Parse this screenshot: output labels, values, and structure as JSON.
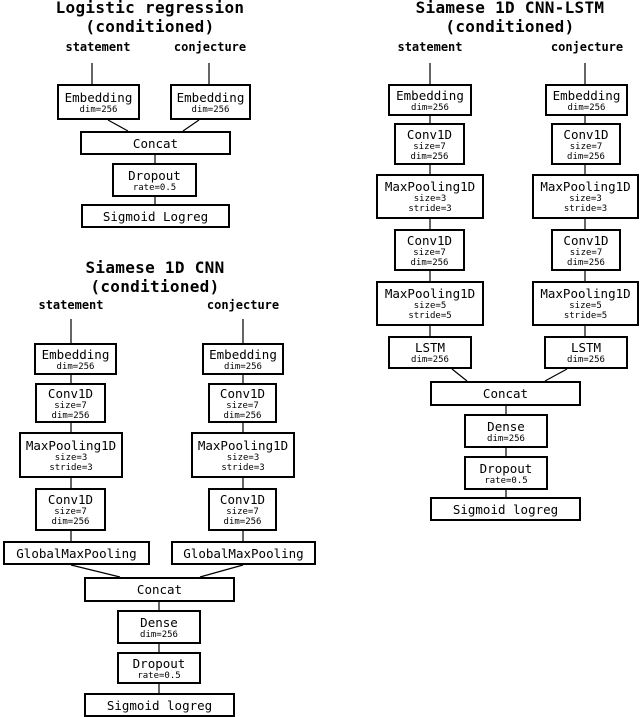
{
  "diagrams": {
    "logreg": {
      "title": [
        "Logistic regression",
        "(conditioned)"
      ],
      "inputs": [
        "statement",
        "conjecture"
      ],
      "nodes": {
        "emb_l": {
          "name": "Embedding",
          "params": [
            "dim=256"
          ]
        },
        "emb_r": {
          "name": "Embedding",
          "params": [
            "dim=256"
          ]
        },
        "concat": {
          "name": "Concat",
          "params": []
        },
        "dropout": {
          "name": "Dropout",
          "params": [
            "rate=0.5"
          ]
        },
        "sigmoid": {
          "name": "Sigmoid Logreg",
          "params": []
        }
      }
    },
    "cnn": {
      "title": [
        "Siamese 1D CNN",
        "(conditioned)"
      ],
      "inputs": [
        "statement",
        "conjecture"
      ],
      "nodes": {
        "emb_l": {
          "name": "Embedding",
          "params": [
            "dim=256"
          ]
        },
        "emb_r": {
          "name": "Embedding",
          "params": [
            "dim=256"
          ]
        },
        "conv1_l": {
          "name": "Conv1D",
          "params": [
            "size=7",
            "dim=256"
          ]
        },
        "conv1_r": {
          "name": "Conv1D",
          "params": [
            "size=7",
            "dim=256"
          ]
        },
        "pool_l": {
          "name": "MaxPooling1D",
          "params": [
            "size=3",
            "stride=3"
          ]
        },
        "pool_r": {
          "name": "MaxPooling1D",
          "params": [
            "size=3",
            "stride=3"
          ]
        },
        "conv2_l": {
          "name": "Conv1D",
          "params": [
            "size=7",
            "dim=256"
          ]
        },
        "conv2_r": {
          "name": "Conv1D",
          "params": [
            "size=7",
            "dim=256"
          ]
        },
        "gmp_l": {
          "name": "GlobalMaxPooling",
          "params": []
        },
        "gmp_r": {
          "name": "GlobalMaxPooling",
          "params": []
        },
        "concat": {
          "name": "Concat",
          "params": []
        },
        "dense": {
          "name": "Dense",
          "params": [
            "dim=256"
          ]
        },
        "dropout": {
          "name": "Dropout",
          "params": [
            "rate=0.5"
          ]
        },
        "sigmoid": {
          "name": "Sigmoid logreg",
          "params": []
        }
      }
    },
    "cnnlstm": {
      "title": [
        "Siamese 1D CNN-LSTM",
        "(conditioned)"
      ],
      "inputs": [
        "statement",
        "conjecture"
      ],
      "nodes": {
        "emb_l": {
          "name": "Embedding",
          "params": [
            "dim=256"
          ]
        },
        "emb_r": {
          "name": "Embedding",
          "params": [
            "dim=256"
          ]
        },
        "conv1_l": {
          "name": "Conv1D",
          "params": [
            "size=7",
            "dim=256"
          ]
        },
        "conv1_r": {
          "name": "Conv1D",
          "params": [
            "size=7",
            "dim=256"
          ]
        },
        "pool1_l": {
          "name": "MaxPooling1D",
          "params": [
            "size=3",
            "stride=3"
          ]
        },
        "pool1_r": {
          "name": "MaxPooling1D",
          "params": [
            "size=3",
            "stride=3"
          ]
        },
        "conv2_l": {
          "name": "Conv1D",
          "params": [
            "size=7",
            "dim=256"
          ]
        },
        "conv2_r": {
          "name": "Conv1D",
          "params": [
            "size=7",
            "dim=256"
          ]
        },
        "pool2_l": {
          "name": "MaxPooling1D",
          "params": [
            "size=5",
            "stride=5"
          ]
        },
        "pool2_r": {
          "name": "MaxPooling1D",
          "params": [
            "size=5",
            "stride=5"
          ]
        },
        "lstm_l": {
          "name": "LSTM",
          "params": [
            "dim=256"
          ]
        },
        "lstm_r": {
          "name": "LSTM",
          "params": [
            "dim=256"
          ]
        },
        "concat": {
          "name": "Concat",
          "params": []
        },
        "dense": {
          "name": "Dense",
          "params": [
            "dim=256"
          ]
        },
        "dropout": {
          "name": "Dropout",
          "params": [
            "rate=0.5"
          ]
        },
        "sigmoid": {
          "name": "Sigmoid logreg",
          "params": []
        }
      }
    }
  }
}
